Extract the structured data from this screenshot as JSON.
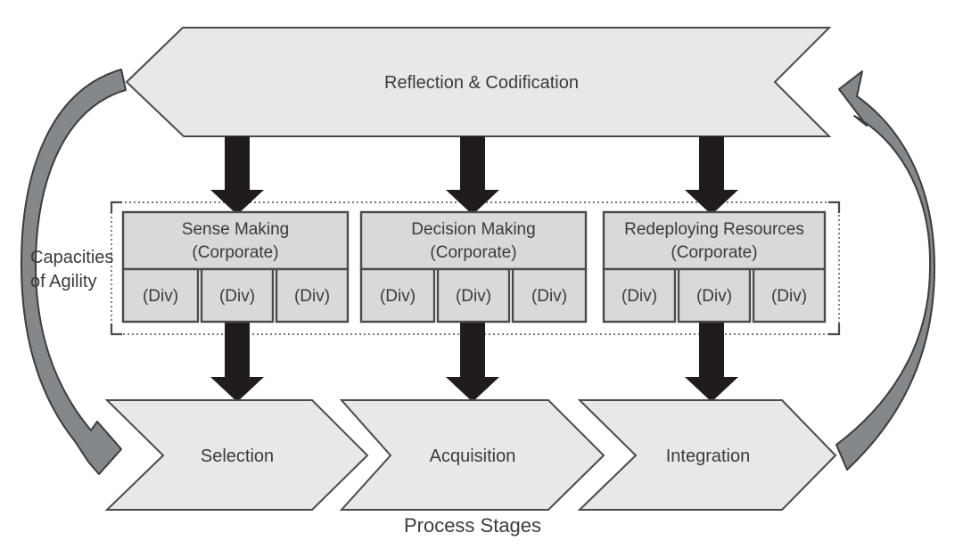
{
  "banner": {
    "label": "Reflection & Codification"
  },
  "side_label": {
    "line1": "Capacities",
    "line2": "of Agility"
  },
  "groups": [
    {
      "title": "Sense Making",
      "subtitle": "(Corporate)",
      "divisions": [
        "(Div)",
        "(Div)",
        "(Div)"
      ]
    },
    {
      "title": "Decision Making",
      "subtitle": "(Corporate)",
      "divisions": [
        "(Div)",
        "(Div)",
        "(Div)"
      ]
    },
    {
      "title": "Redeploying Resources",
      "subtitle": "(Corporate)",
      "divisions": [
        "(Div)",
        "(Div)",
        "(Div)"
      ]
    }
  ],
  "stages": [
    {
      "label": "Selection"
    },
    {
      "label": "Acquisition"
    },
    {
      "label": "Integration"
    }
  ],
  "caption": "Process Stages",
  "colors": {
    "light_fill": "#e7e8e8",
    "box_fill": "#d8d9da",
    "line": "#4a4a4c",
    "black": "#201c1d",
    "loop_gray": "#85888a",
    "loop_outline": "#3c3b3d",
    "text": "#3b3a3c"
  }
}
